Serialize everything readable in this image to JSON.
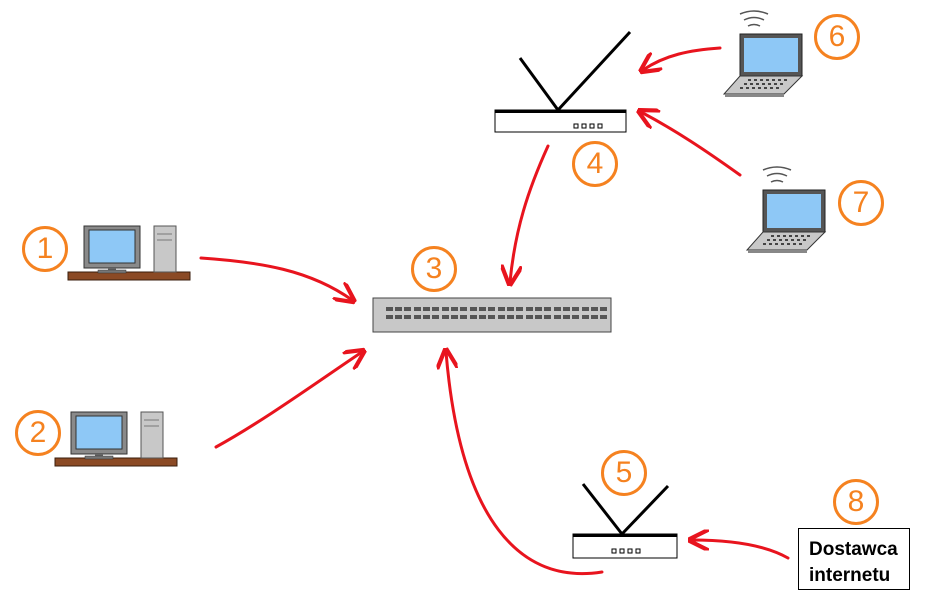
{
  "diagram": {
    "labels": {
      "pc1": "1",
      "pc2": "2",
      "switch": "3",
      "access_point": "4",
      "modem_router": "5",
      "laptop1": "6",
      "laptop2": "7",
      "isp": "8"
    },
    "isp_text": "Dostawca\ninternetu",
    "colors": {
      "arrow": "#e8141e",
      "badge": "#f58220",
      "screen": "#8ec8f6",
      "desk": "#8b4a25",
      "device_gray": "#c8c8c8"
    }
  }
}
